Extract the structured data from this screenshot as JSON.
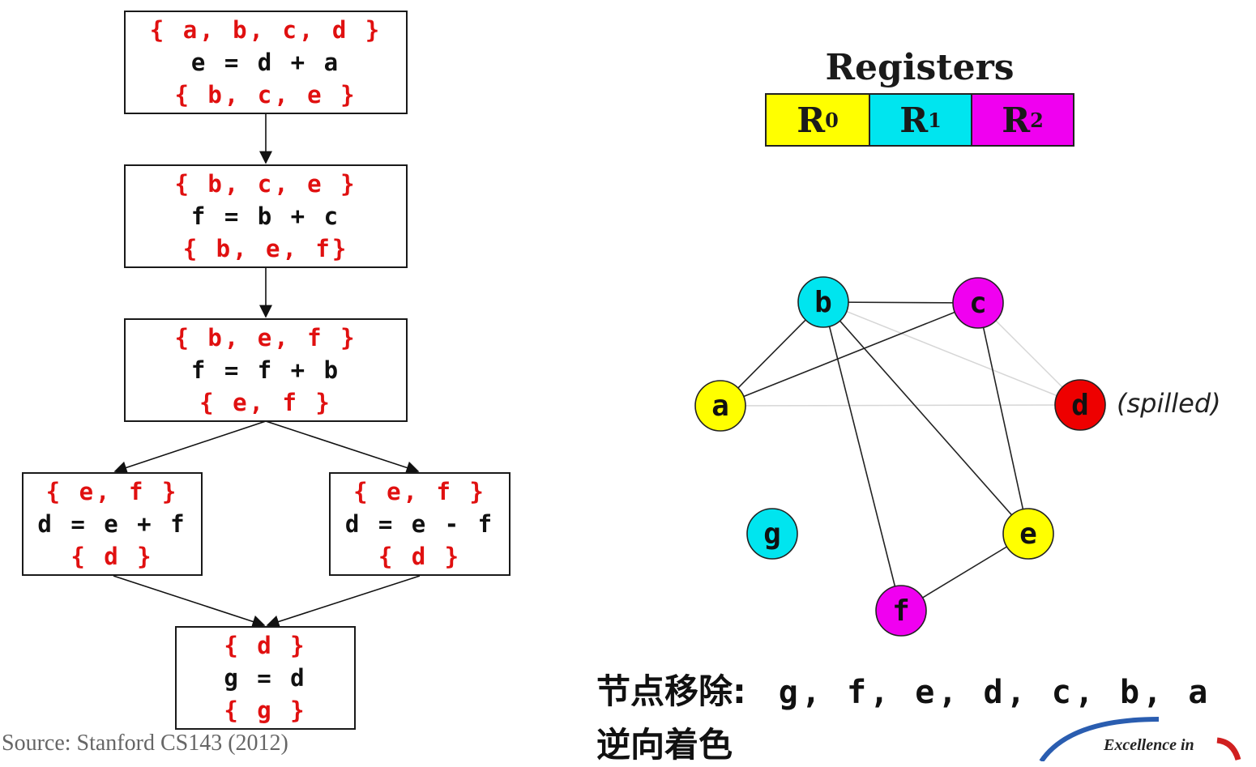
{
  "cfg": {
    "blocks": [
      {
        "id": "b1",
        "live_in": "{ a, b, c, d }",
        "code": "e = d + a",
        "live_out": "{ b, c, e }"
      },
      {
        "id": "b2",
        "live_in": "{ b, c, e }",
        "code": "f = b + c",
        "live_out": "{ b, e, f}"
      },
      {
        "id": "b3",
        "live_in": "{ b, e, f }",
        "code": "f = f + b",
        "live_out": "{ e, f }"
      },
      {
        "id": "b4",
        "live_in": "{ e, f }",
        "code": "d = e + f",
        "live_out": "{ d }"
      },
      {
        "id": "b5",
        "live_in": "{ e, f }",
        "code": "d = e - f",
        "live_out": "{ d }"
      },
      {
        "id": "b6",
        "live_in": "{ d }",
        "code": "g = d",
        "live_out": "{ g }"
      }
    ]
  },
  "source_note": "Source: Stanford CS143 (2012)",
  "registers": {
    "title": "Registers",
    "items": [
      {
        "name": "R",
        "sub": "0",
        "color": "#ffff00"
      },
      {
        "name": "R",
        "sub": "1",
        "color": "#00e5ef"
      },
      {
        "name": "R",
        "sub": "2",
        "color": "#f000f0"
      }
    ]
  },
  "graph": {
    "nodes": [
      {
        "id": "b",
        "label": "b",
        "color": "#00e5ef"
      },
      {
        "id": "c",
        "label": "c",
        "color": "#f000f0"
      },
      {
        "id": "a",
        "label": "a",
        "color": "#ffff00"
      },
      {
        "id": "d",
        "label": "d",
        "color": "#ee0000"
      },
      {
        "id": "g",
        "label": "g",
        "color": "#00e5ef"
      },
      {
        "id": "e",
        "label": "e",
        "color": "#ffff00"
      },
      {
        "id": "f",
        "label": "f",
        "color": "#f000f0"
      }
    ],
    "spilled_note": "(spilled)"
  },
  "removal": {
    "label": "节点移除:",
    "sequence": "g, f, e, d, c, b, a",
    "coloring": "逆向着色"
  },
  "logo": {
    "text": "Excellence in"
  }
}
